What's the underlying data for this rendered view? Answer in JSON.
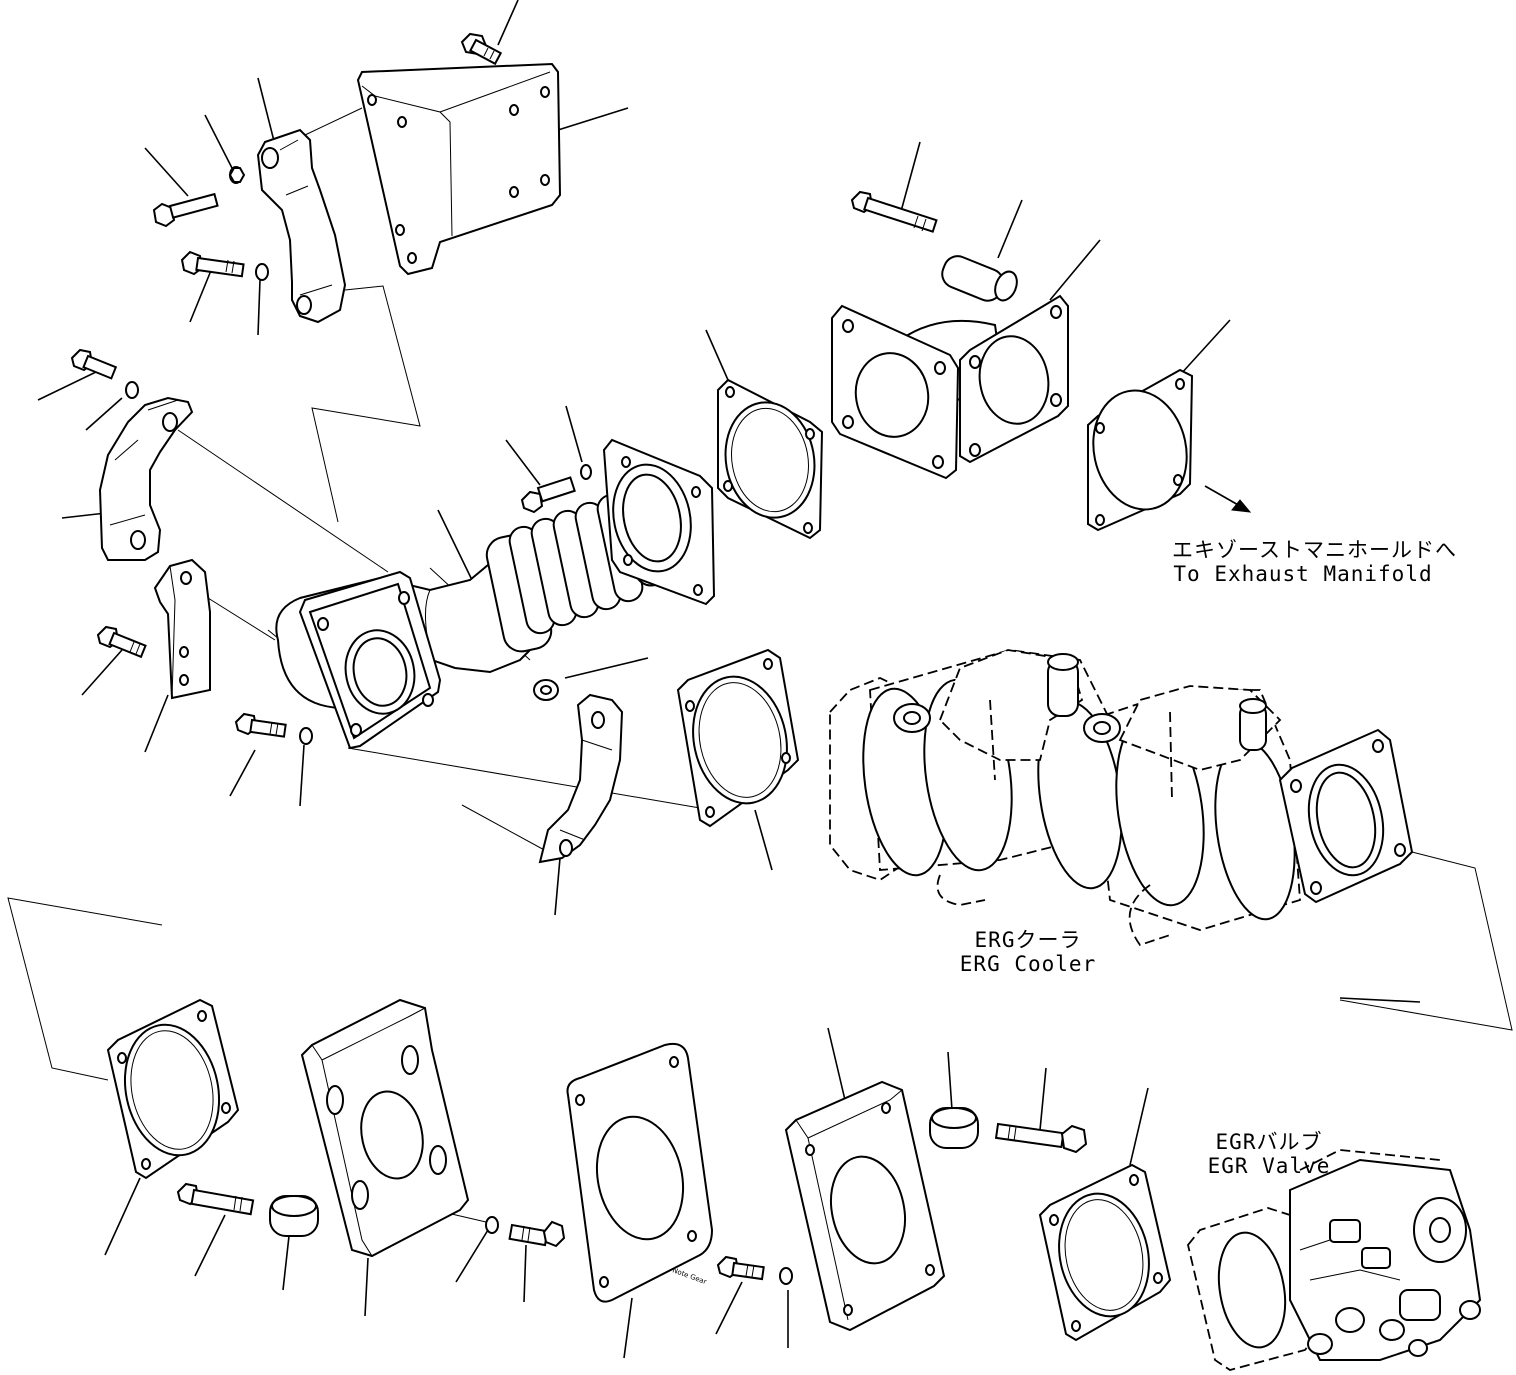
{
  "labels": {
    "exhaust_manifold_jp": "エキゾーストマニホールドへ",
    "exhaust_manifold_en": "To Exhaust Manifold",
    "erg_cooler_jp": "ERGクーラ",
    "erg_cooler_en": "ERG Cooler",
    "egr_valve_jp": "EGRバルブ",
    "egr_valve_en": "EGR Valve",
    "gasket_stamp": "Note Gear"
  }
}
